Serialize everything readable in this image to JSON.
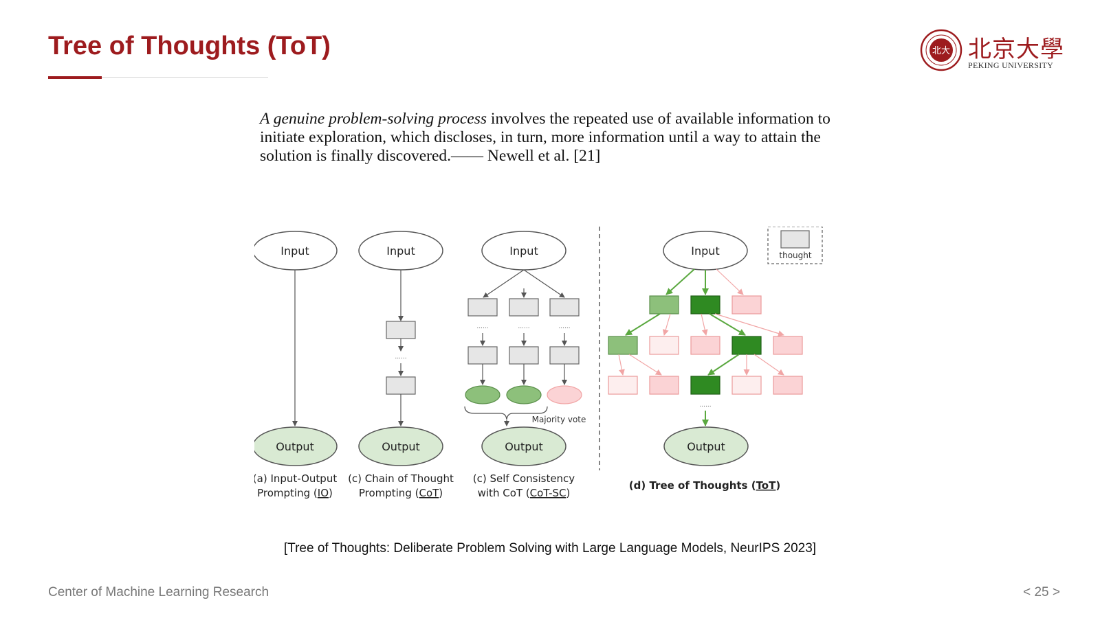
{
  "slide": {
    "title": "Tree of Thoughts (ToT)",
    "quote_italic": "A genuine problem-solving process",
    "quote_rest": " involves the repeated use of available information to initiate exploration, which discloses, in turn, more information until a way to attain the solution is finally discovered.—— Newell et al. [21]",
    "citation": "[Tree of Thoughts: Deliberate Problem Solving with Large Language Models, NeurIPS 2023]",
    "footer_left": "Center of Machine Learning Research",
    "page_number": "< 25 >"
  },
  "logo": {
    "name_cn": "北京大學",
    "name_en": "PEKING UNIVERSITY",
    "seal_glyph": "北大"
  },
  "colors": {
    "title_red": "#9d1b1e",
    "output_fill": "#d9ead3",
    "thought_gray": "#e6e6e6",
    "green_dark": "#2f8a22",
    "green_light": "#8dc07b",
    "pink": "#f7c8c8",
    "pink_border": "#eb9a9a"
  },
  "diagram": {
    "input_label": "Input",
    "output_label": "Output",
    "dots": "......",
    "majority_vote": "Majority vote",
    "legend_label": "thought",
    "captions": {
      "io_line1": "(a) Input-Output",
      "io_line2_pre": "Prompting (",
      "io_abbr": "IO",
      "io_line2_post": ")",
      "cot_line1": "(c) Chain of Thought",
      "cot_line2_pre": "Prompting (",
      "cot_abbr": "CoT",
      "cot_line2_post": ")",
      "sc_line1": "(c) Self Consistency",
      "sc_line2_pre": "with CoT (",
      "sc_abbr": "CoT-SC",
      "sc_line2_post": ")",
      "tot_pre": "(d) Tree of Thoughts (",
      "tot_abbr": "ToT",
      "tot_post": ")"
    }
  }
}
